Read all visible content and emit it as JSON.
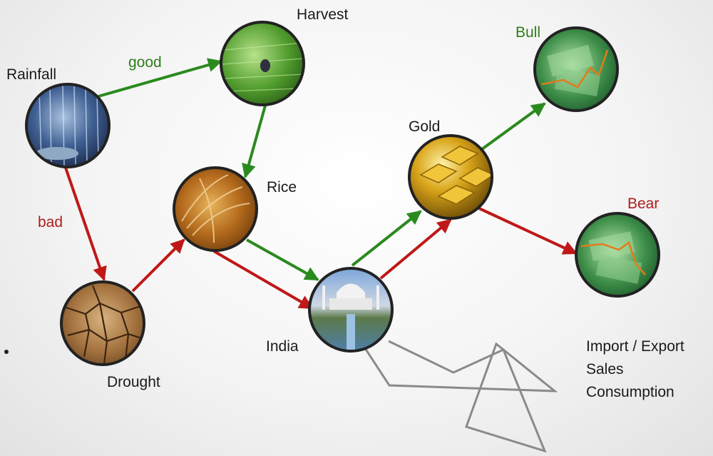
{
  "nodes": {
    "rainfall": {
      "label": "Rainfall",
      "icon": "rain-photo-icon"
    },
    "harvest": {
      "label": "Harvest",
      "icon": "rice-field-photo-icon"
    },
    "rice": {
      "label": "Rice",
      "icon": "rice-grain-photo-icon"
    },
    "drought": {
      "label": "Drought",
      "icon": "cracked-earth-photo-icon"
    },
    "india": {
      "label": "India",
      "icon": "taj-mahal-photo-icon"
    },
    "gold": {
      "label": "Gold",
      "icon": "gold-bars-photo-icon"
    },
    "bull": {
      "label": "Bull",
      "icon": "money-chart-up-photo-icon"
    },
    "bear": {
      "label": "Bear",
      "icon": "money-chart-down-photo-icon"
    }
  },
  "edges": {
    "good": "good",
    "bad": "bad"
  },
  "factors": [
    "Import / Export",
    "Sales",
    "Consumption"
  ],
  "colors": {
    "positive": "#2a8a1e",
    "negative": "#c01818",
    "connector": "#8a8a8a"
  }
}
